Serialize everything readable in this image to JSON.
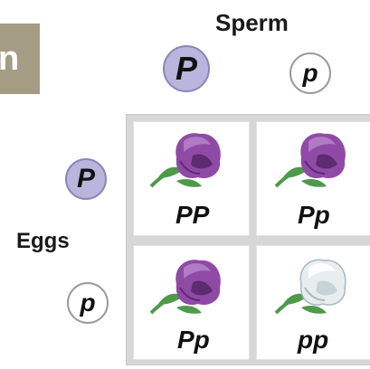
{
  "side_tab_text": "n",
  "sperm_label": "Sperm",
  "eggs_label": "Eggs",
  "sperm_alleles": [
    "P",
    "p"
  ],
  "egg_alleles": [
    "P",
    "p"
  ],
  "cells": [
    {
      "genotype": "PP",
      "flower": "purple"
    },
    {
      "genotype": "Pp",
      "flower": "purple"
    },
    {
      "genotype": "Pp",
      "flower": "purple"
    },
    {
      "genotype": "pp",
      "flower": "white"
    }
  ],
  "colors": {
    "purple_petal": "#8f4aa6",
    "purple_dark": "#5e2a72",
    "white_petal": "#e8eef0",
    "white_dark": "#a9b8bd",
    "leaf": "#4f9a4a",
    "dominant_fill": "#b9b5dd",
    "tab": "#a49c83"
  }
}
